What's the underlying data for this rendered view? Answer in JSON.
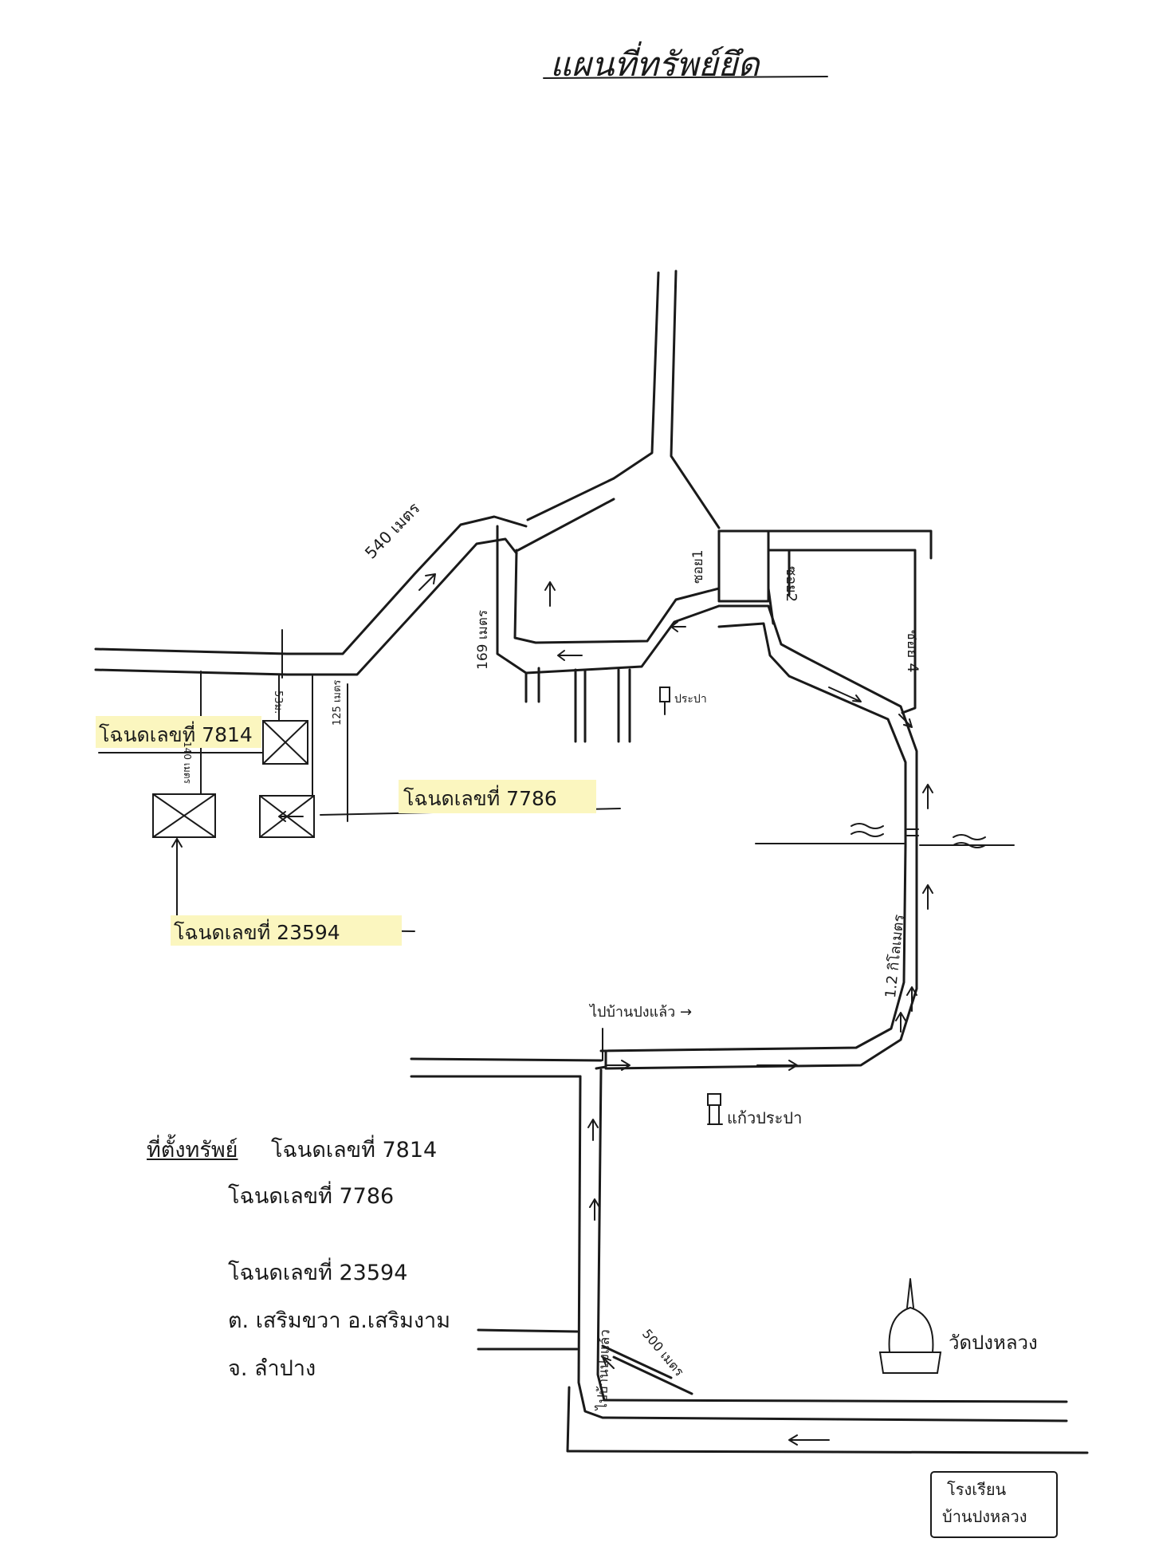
{
  "title": "แผนที่ทรัพย์ยึด",
  "deeds": {
    "deed_7814": "โฉนดเลขที่ 7814",
    "deed_7786": "โฉนดเลขที่ 7786",
    "deed_23594": "โฉนดเลขที่ 23594"
  },
  "distances": {
    "d540": "540 เมตร",
    "d169": "169 เมตร",
    "d53": "53ม.",
    "d125": "125 เมตร",
    "d140": "140 เมตร",
    "d1_2km": "1.2 กิโลเมตร",
    "d500": "500 เมตร"
  },
  "roads": {
    "soi1": "ซอย1",
    "soi2": "ซอย2",
    "soi4": "ซอย 4",
    "to_ban_pong_laeng": "ไปบ้านปงแล้ว →",
    "to_ban_pong_laeng_vertical": "ไปบ้านปงแล้ว"
  },
  "landmarks": {
    "prapa": "ประปา",
    "kaew_prapa": "แก้วประปา",
    "wat": "วัดปงหลวง",
    "school_line1": "โรงเรียน",
    "school_line2": "บ้านปงหลวง"
  },
  "location": {
    "heading": "ที่ตั้งทรัพย์",
    "line1": "โฉนดเลขที่ 7814",
    "line2": "โฉนดเลขที่ 7786",
    "line3": "โฉนดเลขที่ 23594",
    "line4": "ต. เสริมขวา อ.เสริมงาม",
    "line5": "จ. ลำปาง"
  },
  "colors": {
    "highlight": "#fbf6bf",
    "ink": "#1a1a1a"
  }
}
